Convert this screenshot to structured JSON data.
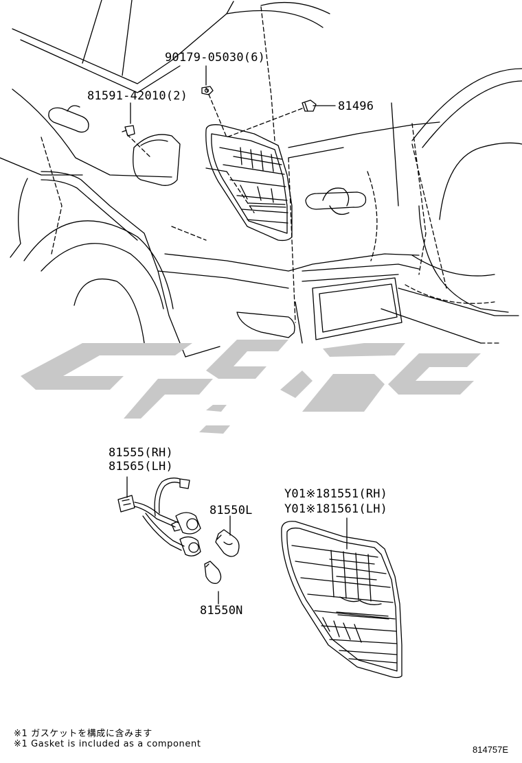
{
  "parts": {
    "nut": "90179-05030(6)",
    "clip": "81591-42010(2)",
    "retainer": "81496",
    "socket_rh": "81555(RH)",
    "socket_lh": "81565(LH)",
    "bulb_l": "81550L",
    "bulb_n": "81550N",
    "lamp_rh": "Y01※181551(RH)",
    "lamp_lh": "Y01※181561(LH)"
  },
  "notes": {
    "jp": "※1 ガスケットを構成に含みます",
    "en": "※1 Gasket is included as a component"
  },
  "figure_code": "814757E",
  "watermark_color": "#c8c8c8"
}
